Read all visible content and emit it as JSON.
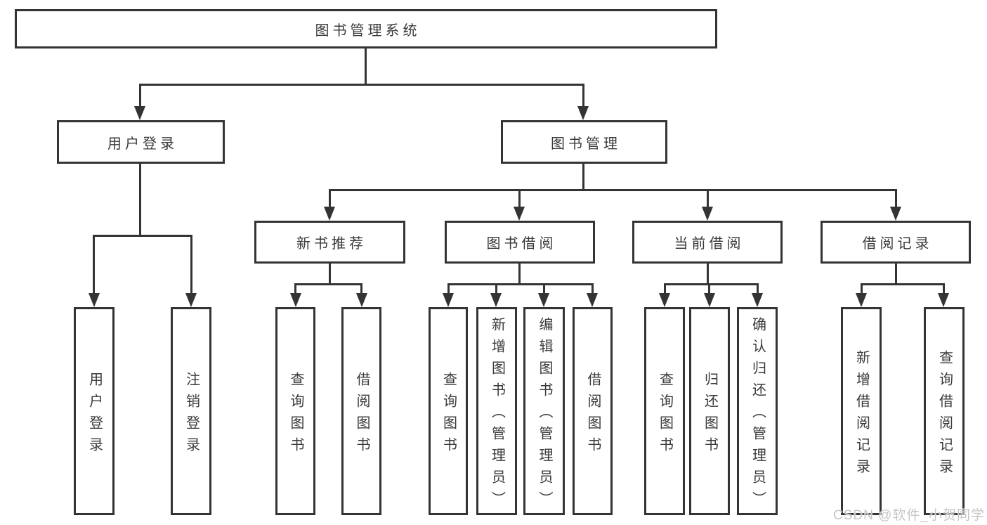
{
  "diagram": {
    "title": "图书管理系统",
    "root": {
      "label": "图书管理系统"
    },
    "level2": [
      {
        "label": "用户登录"
      },
      {
        "label": "图书管理"
      }
    ],
    "level3": [
      {
        "label": "新书推荐"
      },
      {
        "label": "图书借阅"
      },
      {
        "label": "当前借阅"
      },
      {
        "label": "借阅记录"
      }
    ],
    "leaves": [
      "用户登录",
      "注销登录",
      "查询图书",
      "借阅图书",
      "查询图书",
      "新增图书（管理员）",
      "编辑图书（管理员）",
      "借阅图书",
      "查询图书",
      "归还图书",
      "确认归还（管理员）",
      "新增借阅记录",
      "查询借阅记录"
    ],
    "colors": {
      "line": "#343434",
      "text": "#3a3a3a",
      "background": "#ffffff"
    }
  },
  "watermark": {
    "text": "CSDN @软件_小贺同学",
    "color": "#c6c6c6"
  }
}
